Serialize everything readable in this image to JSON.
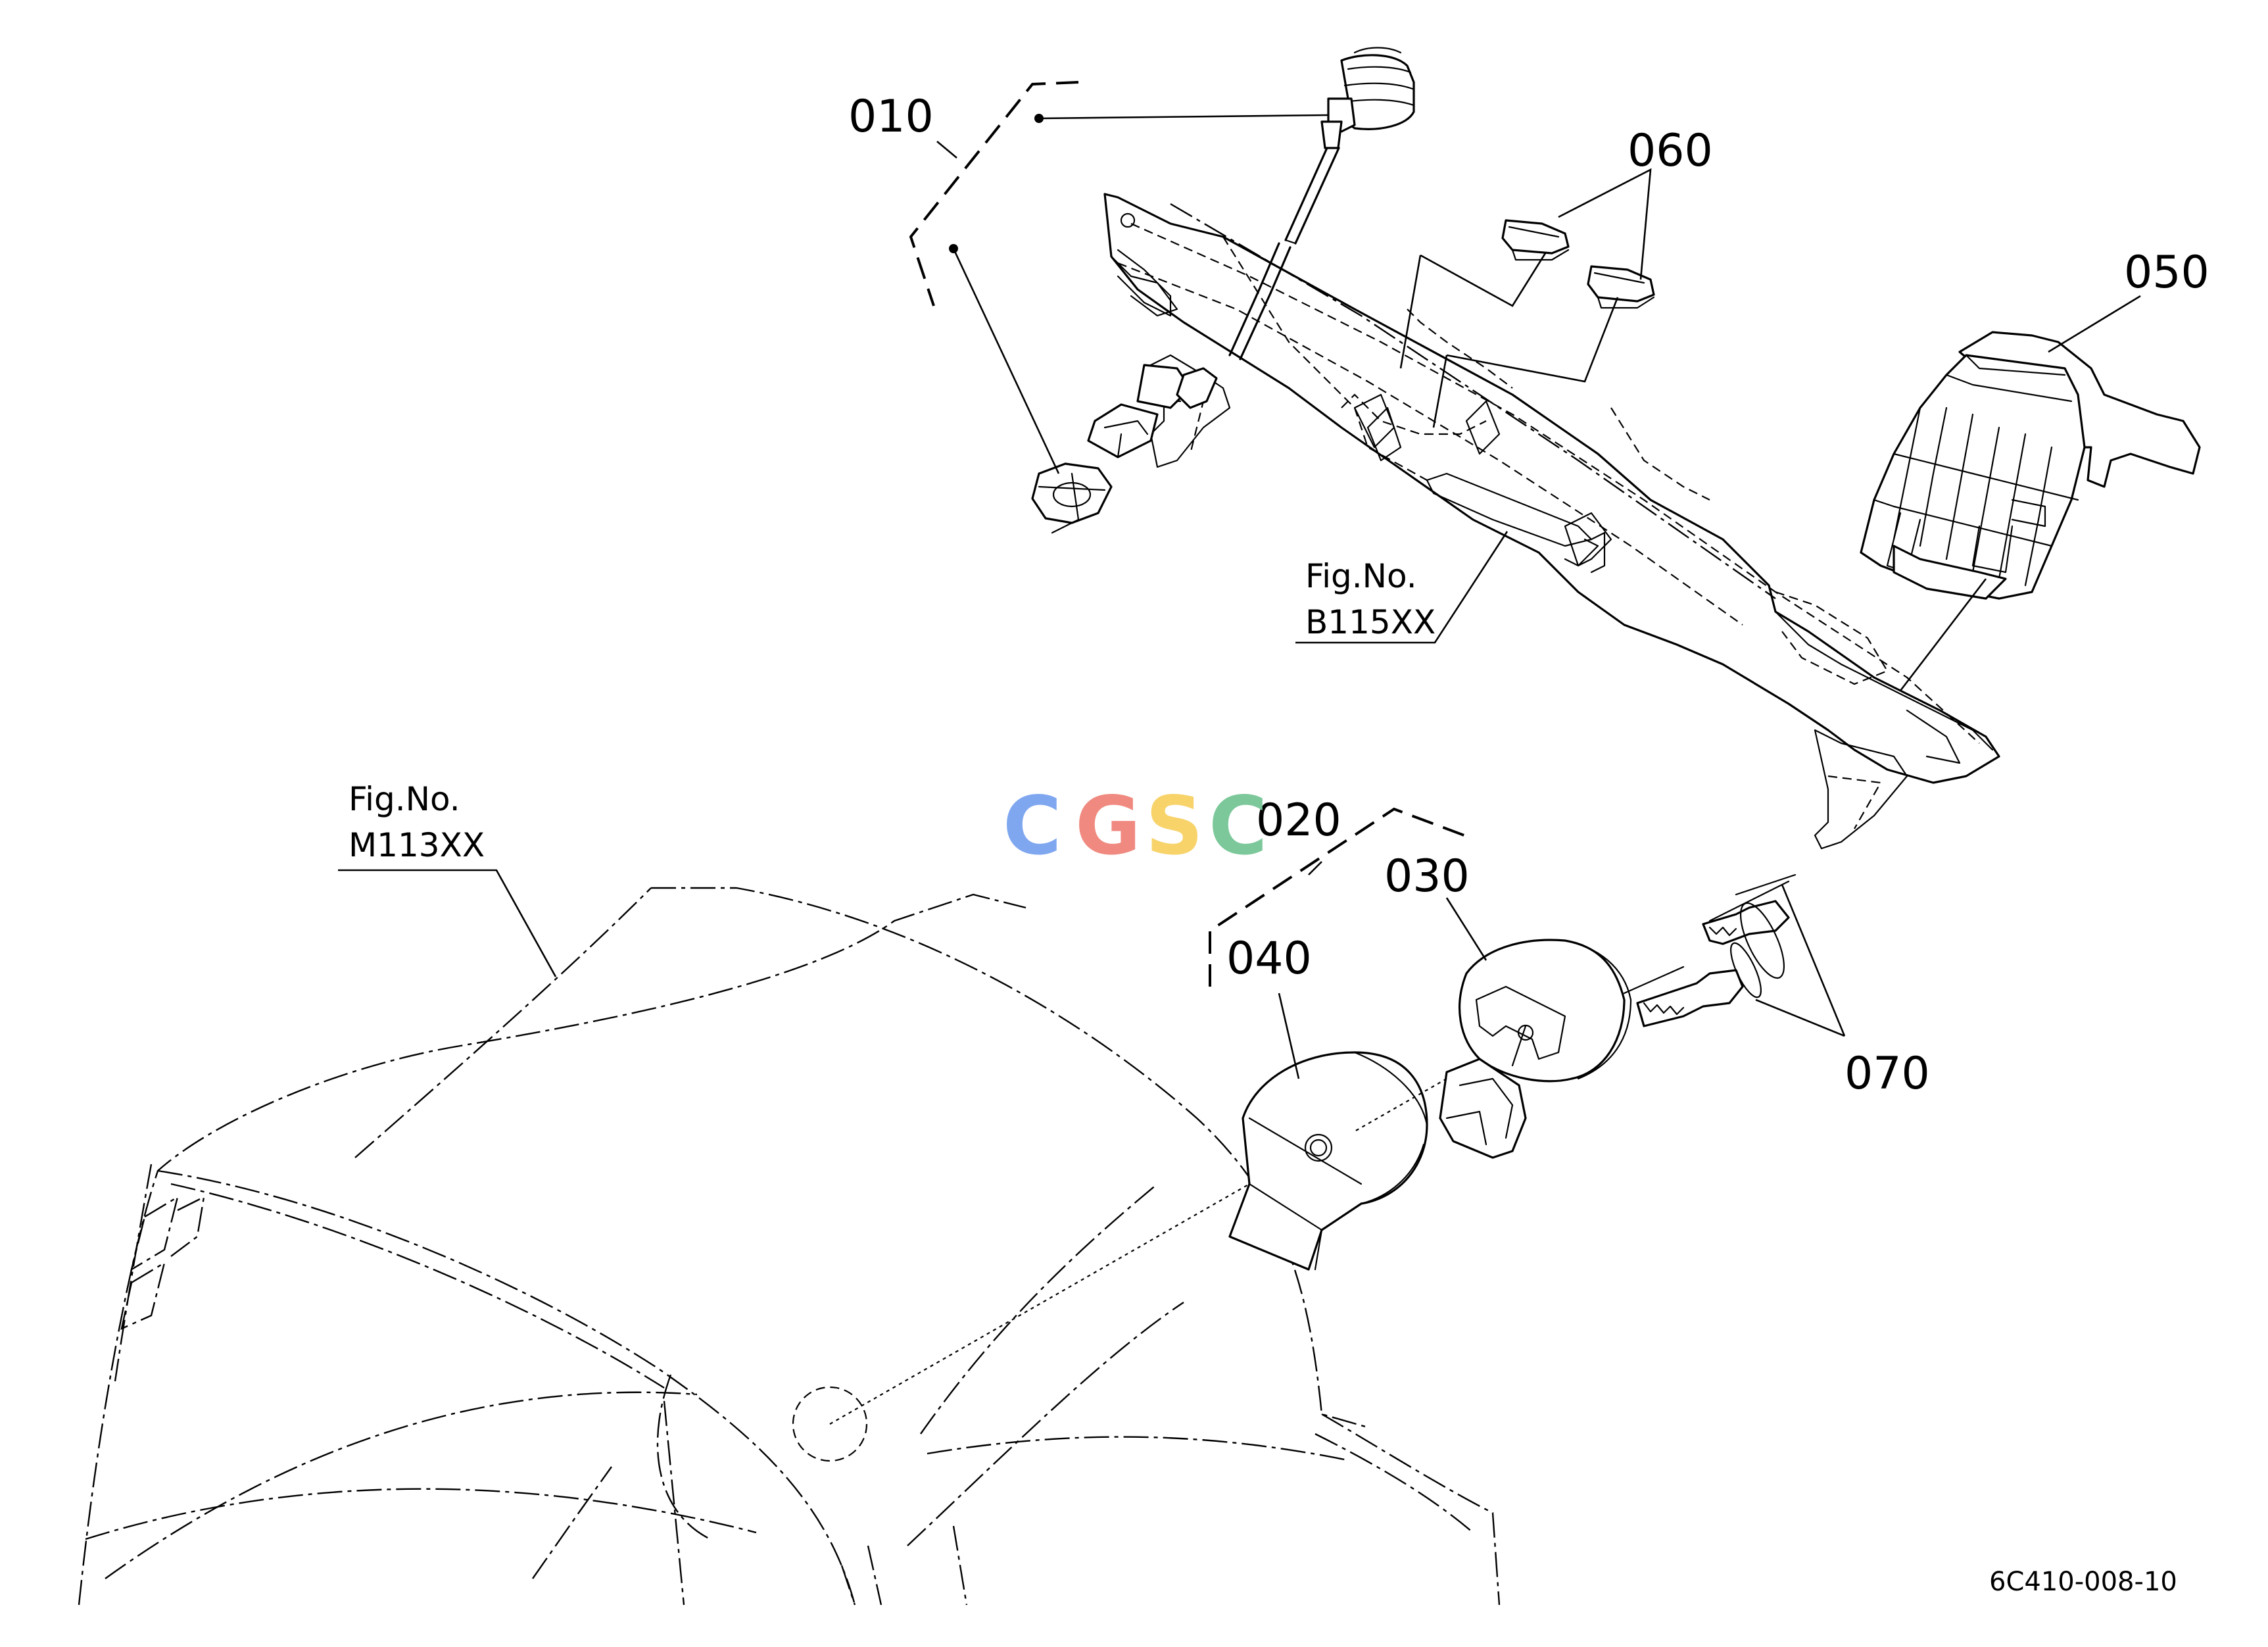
{
  "callouts": {
    "p010": "010",
    "p020": "020",
    "p030": "030",
    "p040": "040",
    "p050": "050",
    "p060": "060",
    "p070": "070"
  },
  "figure_refs": {
    "dash_panel": {
      "label": "Fig.No.",
      "number": "B115XX"
    },
    "hood": {
      "label": "Fig.No.",
      "number": "M113XX"
    }
  },
  "drawing_number": "6C410-008-10",
  "watermark": {
    "letters": [
      "C",
      "G",
      "S",
      "C"
    ],
    "colors": [
      "#7FA7F0",
      "#F08A80",
      "#F7D36A",
      "#7CC89A"
    ]
  }
}
